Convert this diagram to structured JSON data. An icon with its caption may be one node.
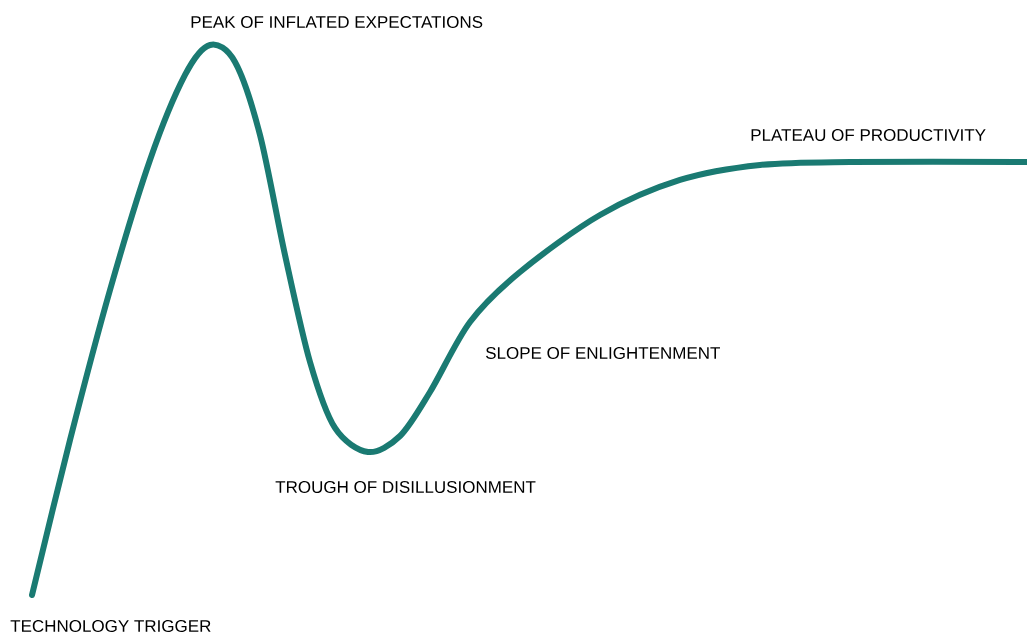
{
  "diagram": {
    "labels": [
      "PEAK OF INFLATED EXPECTATIONS",
      "PLATEAU OF PRODUCTIVITY",
      "SLOPE OF ENLIGHTENMENT",
      "TROUGH OF DISILLUSIONMENT",
      "TECHNOLOGY TRIGGER"
    ]
  }
}
